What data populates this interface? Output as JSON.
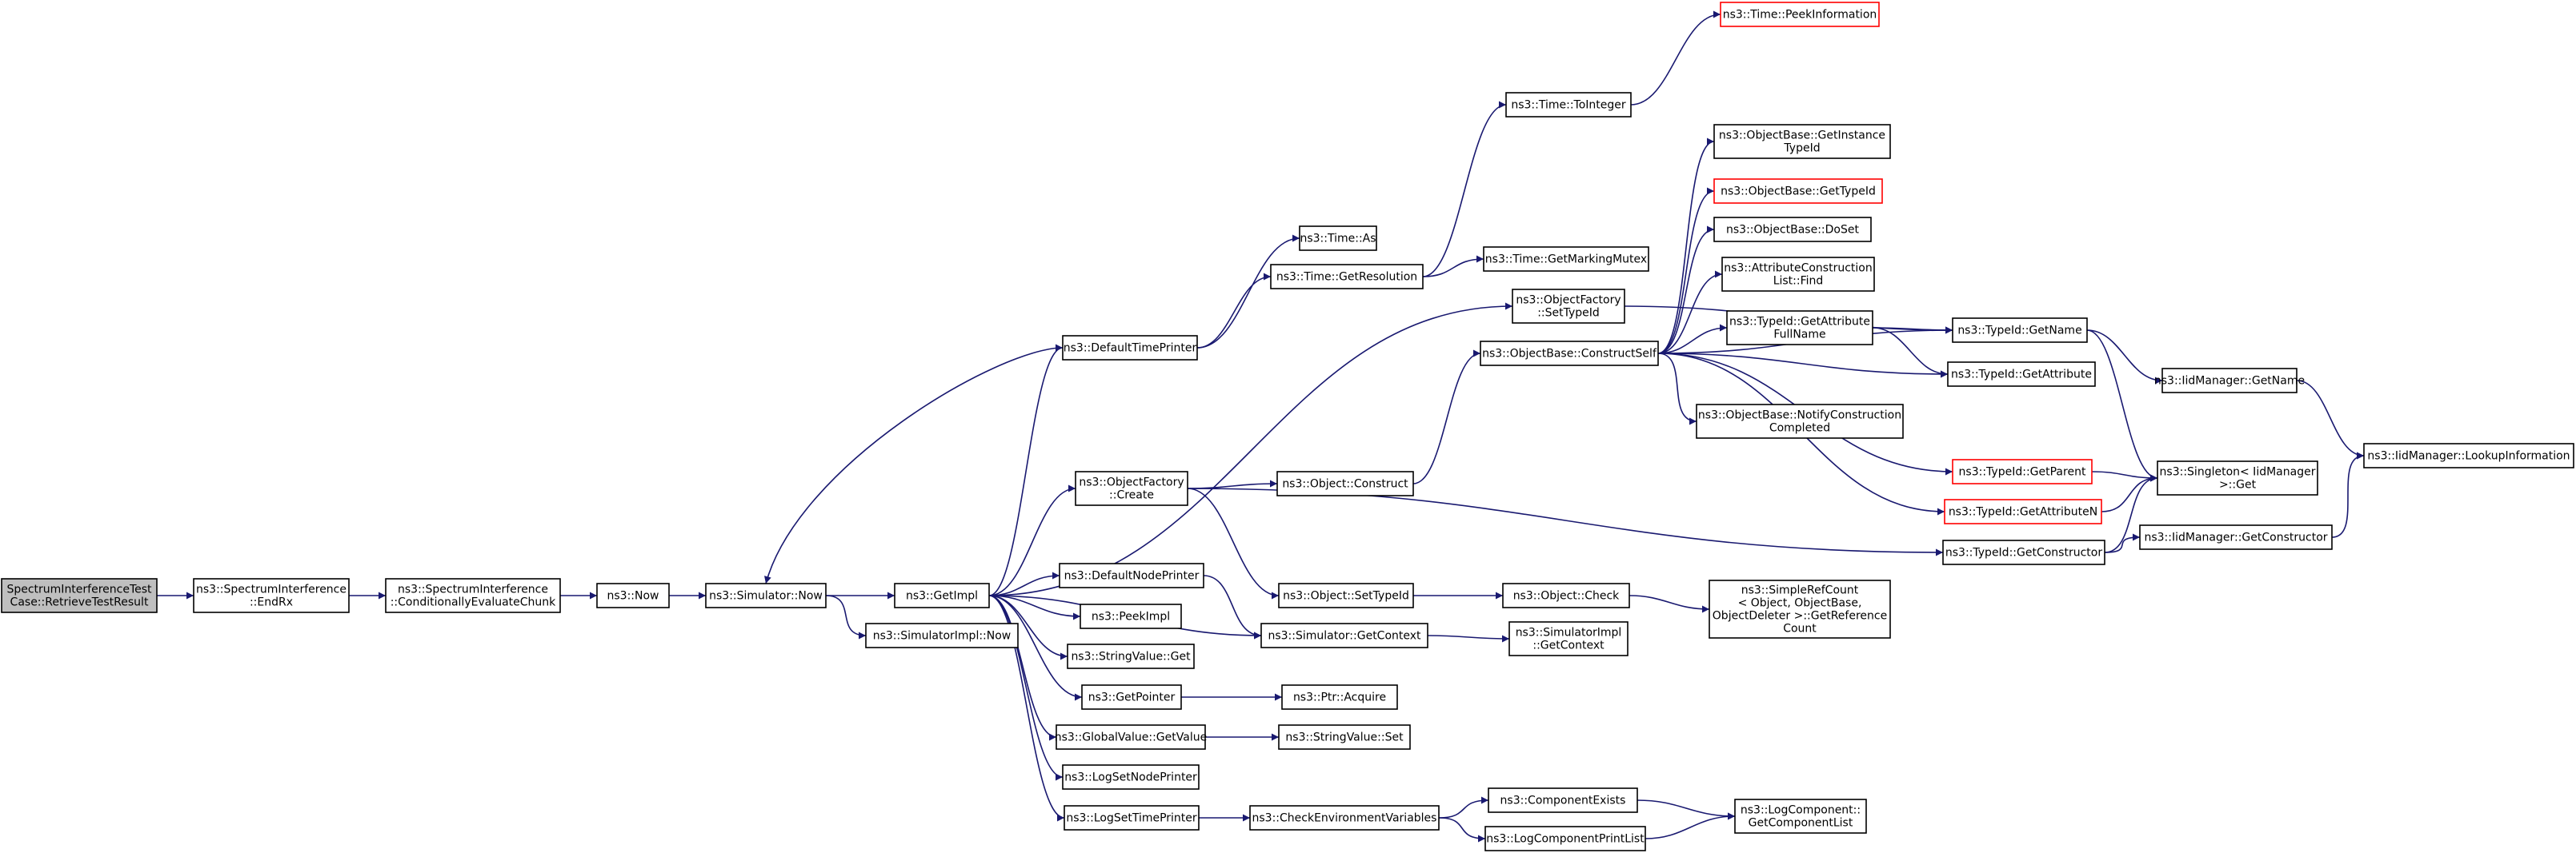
{
  "nodes": [
    {
      "id": "root",
      "lines": [
        "SpectrumInterferenceTest",
        "Case::RetrieveTestResult"
      ],
      "style": "root"
    },
    {
      "id": "endrx",
      "lines": [
        "ns3::SpectrumInterference",
        "::EndRx"
      ]
    },
    {
      "id": "cond",
      "lines": [
        "ns3::SpectrumInterference",
        "::ConditionallyEvaluateChunk"
      ]
    },
    {
      "id": "now",
      "lines": [
        "ns3::Now"
      ]
    },
    {
      "id": "simnow",
      "lines": [
        "ns3::Simulator::Now"
      ]
    },
    {
      "id": "getimpl",
      "lines": [
        "ns3::GetImpl"
      ]
    },
    {
      "id": "simimplnow",
      "lines": [
        "ns3::SimulatorImpl::Now"
      ]
    },
    {
      "id": "deftp",
      "lines": [
        "ns3::DefaultTimePrinter"
      ]
    },
    {
      "id": "timeas",
      "lines": [
        "ns3::Time::As"
      ]
    },
    {
      "id": "getres",
      "lines": [
        "ns3::Time::GetResolution"
      ]
    },
    {
      "id": "tointeger",
      "lines": [
        "ns3::Time::ToInteger"
      ]
    },
    {
      "id": "peekinfo",
      "lines": [
        "ns3::Time::PeekInformation"
      ],
      "style": "red"
    },
    {
      "id": "markmutex",
      "lines": [
        "ns3::Time::GetMarkingMutex"
      ]
    },
    {
      "id": "ofsettid",
      "lines": [
        "ns3::ObjectFactory",
        "::SetTypeId"
      ]
    },
    {
      "id": "ofcreate",
      "lines": [
        "ns3::ObjectFactory",
        "::Create"
      ]
    },
    {
      "id": "objconstruct",
      "lines": [
        "ns3::Object::Construct"
      ]
    },
    {
      "id": "constructself",
      "lines": [
        "ns3::ObjectBase::ConstructSelf"
      ]
    },
    {
      "id": "getinsttid",
      "lines": [
        "ns3::ObjectBase::GetInstance",
        "TypeId"
      ]
    },
    {
      "id": "obgettid",
      "lines": [
        "ns3::ObjectBase::GetTypeId"
      ],
      "style": "red"
    },
    {
      "id": "doset",
      "lines": [
        "ns3::ObjectBase::DoSet"
      ]
    },
    {
      "id": "attrfind",
      "lines": [
        "ns3::AttributeConstruction",
        "List::Find"
      ]
    },
    {
      "id": "getattrfull",
      "lines": [
        "ns3::TypeId::GetAttribute",
        "FullName"
      ]
    },
    {
      "id": "notify",
      "lines": [
        "ns3::ObjectBase::NotifyConstruction",
        "Completed"
      ]
    },
    {
      "id": "tidgetname",
      "lines": [
        "ns3::TypeId::GetName"
      ]
    },
    {
      "id": "tidgetattr",
      "lines": [
        "ns3::TypeId::GetAttribute"
      ]
    },
    {
      "id": "iidgetname",
      "lines": [
        "ns3::IidManager::GetName"
      ]
    },
    {
      "id": "lookup",
      "lines": [
        "ns3::IidManager::LookupInformation"
      ]
    },
    {
      "id": "getparent",
      "lines": [
        "ns3::TypeId::GetParent"
      ],
      "style": "red"
    },
    {
      "id": "getattrn",
      "lines": [
        "ns3::TypeId::GetAttributeN"
      ],
      "style": "red"
    },
    {
      "id": "singleton",
      "lines": [
        "ns3::Singleton< IidManager",
        ">::Get"
      ]
    },
    {
      "id": "tidgetctor",
      "lines": [
        "ns3::TypeId::GetConstructor"
      ]
    },
    {
      "id": "iidgetctor",
      "lines": [
        "ns3::IidManager::GetConstructor"
      ]
    },
    {
      "id": "defnp",
      "lines": [
        "ns3::DefaultNodePrinter"
      ]
    },
    {
      "id": "peekimpl",
      "lines": [
        "ns3::PeekImpl"
      ]
    },
    {
      "id": "strget",
      "lines": [
        "ns3::StringValue::Get"
      ]
    },
    {
      "id": "objsettid",
      "lines": [
        "ns3::Object::SetTypeId"
      ]
    },
    {
      "id": "objcheck",
      "lines": [
        "ns3::Object::Check"
      ]
    },
    {
      "id": "simplerc",
      "lines": [
        "ns3::SimpleRefCount",
        "< Object, ObjectBase,",
        "ObjectDeleter >::GetReference",
        "Count"
      ]
    },
    {
      "id": "simgetctx",
      "lines": [
        "ns3::Simulator::GetContext"
      ]
    },
    {
      "id": "simimplctx",
      "lines": [
        "ns3::SimulatorImpl",
        "::GetContext"
      ]
    },
    {
      "id": "getpointer",
      "lines": [
        "ns3::GetPointer"
      ]
    },
    {
      "id": "ptracquire",
      "lines": [
        "ns3::Ptr::Acquire"
      ]
    },
    {
      "id": "gvgetvalue",
      "lines": [
        "ns3::GlobalValue::GetValue"
      ]
    },
    {
      "id": "strset",
      "lines": [
        "ns3::StringValue::Set"
      ]
    },
    {
      "id": "logsetnp",
      "lines": [
        "ns3::LogSetNodePrinter"
      ]
    },
    {
      "id": "logsettp",
      "lines": [
        "ns3::LogSetTimePrinter"
      ]
    },
    {
      "id": "checkenv",
      "lines": [
        "ns3::CheckEnvironmentVariables"
      ]
    },
    {
      "id": "compexists",
      "lines": [
        "ns3::ComponentExists"
      ]
    },
    {
      "id": "compprint",
      "lines": [
        "ns3::LogComponentPrintList"
      ]
    },
    {
      "id": "getcomplist",
      "lines": [
        "ns3::LogComponent::",
        "GetComponentList"
      ]
    }
  ],
  "edges": [
    [
      "root",
      "endrx"
    ],
    [
      "endrx",
      "cond"
    ],
    [
      "cond",
      "now"
    ],
    [
      "now",
      "simnow"
    ],
    [
      "simnow",
      "getimpl"
    ],
    [
      "simnow",
      "simimplnow"
    ],
    [
      "getimpl",
      "deftp"
    ],
    [
      "getimpl",
      "ofsettid"
    ],
    [
      "getimpl",
      "ofcreate"
    ],
    [
      "getimpl",
      "defnp"
    ],
    [
      "getimpl",
      "peekimpl"
    ],
    [
      "getimpl",
      "strget"
    ],
    [
      "getimpl",
      "simgetctx"
    ],
    [
      "getimpl",
      "getpointer"
    ],
    [
      "getimpl",
      "gvgetvalue"
    ],
    [
      "getimpl",
      "logsetnp"
    ],
    [
      "getimpl",
      "logsettp"
    ],
    [
      "deftp",
      "simnow"
    ],
    [
      "deftp",
      "timeas"
    ],
    [
      "deftp",
      "getres"
    ],
    [
      "getres",
      "tointeger"
    ],
    [
      "getres",
      "markmutex"
    ],
    [
      "tointeger",
      "peekinfo"
    ],
    [
      "ofsettid",
      "tidgetname"
    ],
    [
      "ofcreate",
      "objconstruct"
    ],
    [
      "ofcreate",
      "objsettid"
    ],
    [
      "ofcreate",
      "tidgetctor"
    ],
    [
      "objconstruct",
      "constructself"
    ],
    [
      "constructself",
      "getinsttid"
    ],
    [
      "constructself",
      "obgettid"
    ],
    [
      "constructself",
      "doset"
    ],
    [
      "constructself",
      "attrfind"
    ],
    [
      "constructself",
      "getattrfull"
    ],
    [
      "constructself",
      "notify"
    ],
    [
      "constructself",
      "tidgetname"
    ],
    [
      "constructself",
      "tidgetattr"
    ],
    [
      "constructself",
      "getparent"
    ],
    [
      "constructself",
      "getattrn"
    ],
    [
      "getattrfull",
      "tidgetname"
    ],
    [
      "getattrfull",
      "tidgetattr"
    ],
    [
      "tidgetname",
      "iidgetname"
    ],
    [
      "tidgetname",
      "singleton"
    ],
    [
      "iidgetname",
      "lookup"
    ],
    [
      "getparent",
      "singleton"
    ],
    [
      "getattrn",
      "singleton"
    ],
    [
      "tidgetctor",
      "singleton"
    ],
    [
      "tidgetctor",
      "iidgetctor"
    ],
    [
      "iidgetctor",
      "lookup"
    ],
    [
      "objsettid",
      "objcheck"
    ],
    [
      "objcheck",
      "simplerc"
    ],
    [
      "defnp",
      "simgetctx"
    ],
    [
      "simgetctx",
      "simimplctx"
    ],
    [
      "getpointer",
      "ptracquire"
    ],
    [
      "gvgetvalue",
      "strset"
    ],
    [
      "logsettp",
      "checkenv"
    ],
    [
      "checkenv",
      "compexists"
    ],
    [
      "checkenv",
      "compprint"
    ],
    [
      "compexists",
      "getcomplist"
    ],
    [
      "compprint",
      "getcomplist"
    ]
  ]
}
